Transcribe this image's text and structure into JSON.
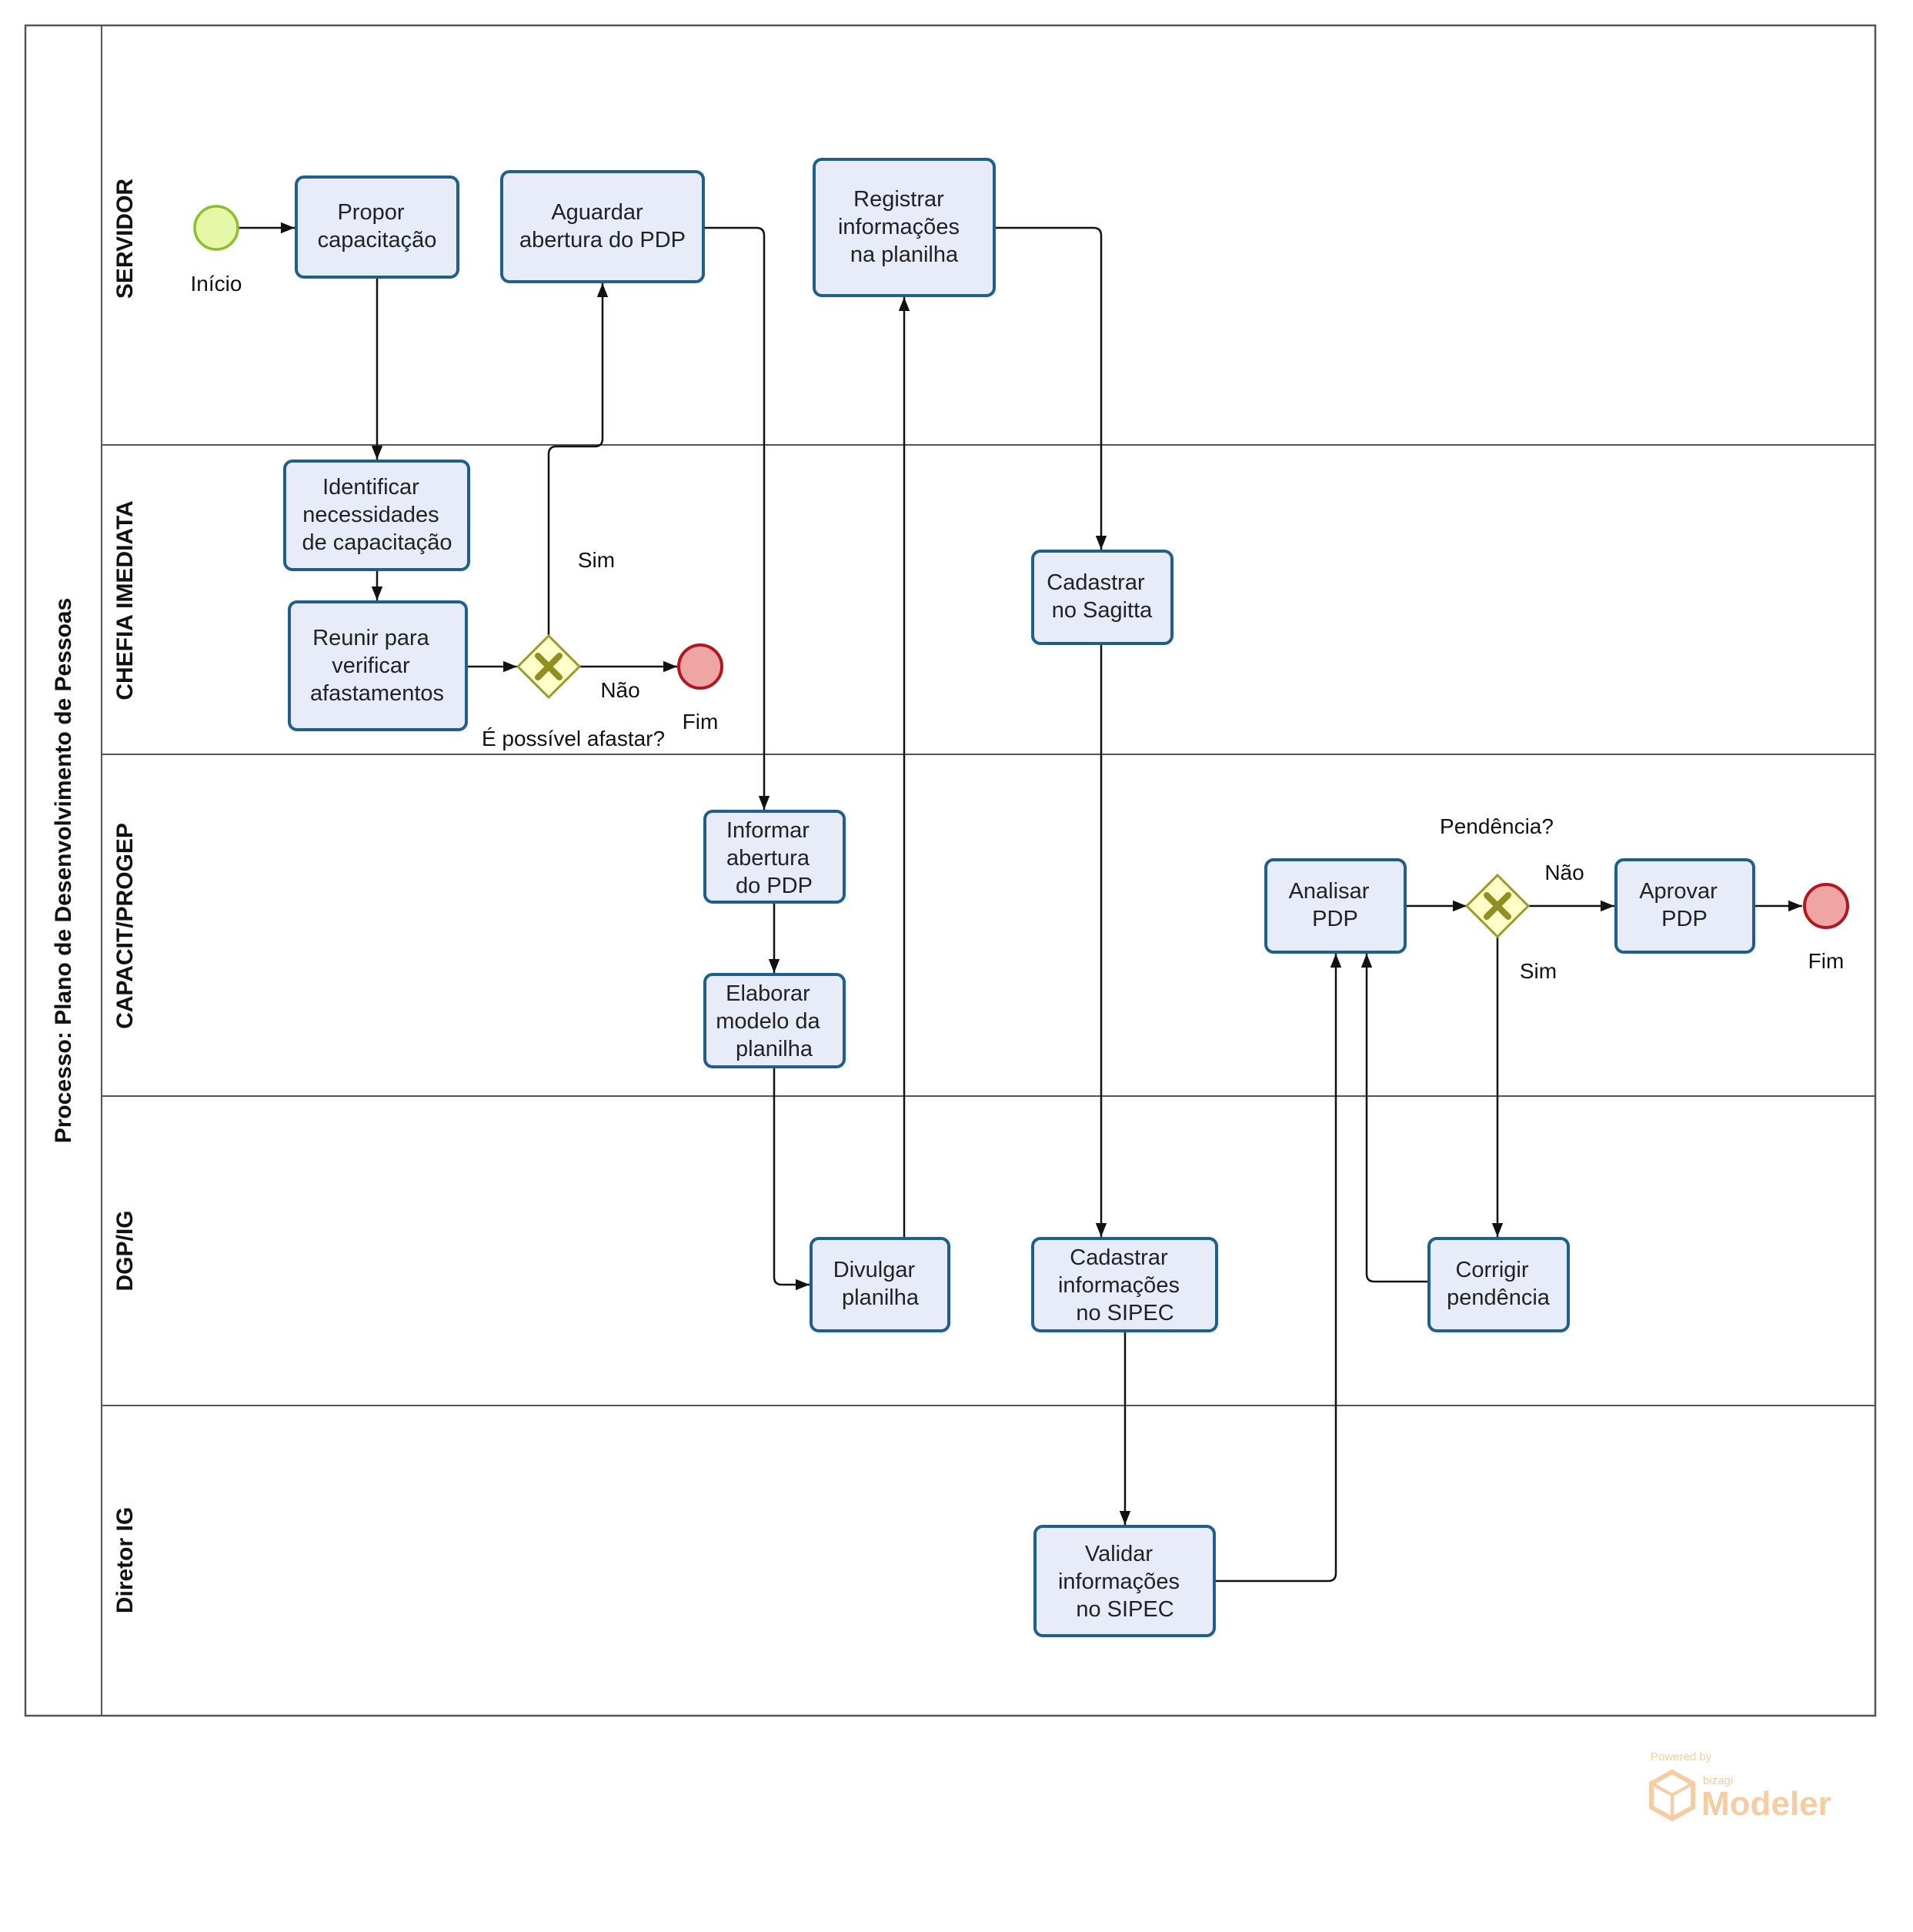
{
  "pool": {
    "title": "Processo: Plano de Desenvolvimento de Pessoas"
  },
  "lanes": [
    {
      "id": "servidor",
      "label": "SERVIDOR"
    },
    {
      "id": "chefia",
      "label": "CHEFIA IMEDIATA"
    },
    {
      "id": "capacit",
      "label": "CAPACIT/PROGEP"
    },
    {
      "id": "dgp",
      "label": "DGP/IG"
    },
    {
      "id": "diretor",
      "label": "Diretor IG"
    }
  ],
  "tasks": [
    {
      "id": "propor",
      "lines": [
        "Propor",
        "capacitação"
      ]
    },
    {
      "id": "aguardar",
      "lines": [
        "Aguardar",
        "abertura do PDP"
      ]
    },
    {
      "id": "registrar",
      "lines": [
        "Registrar",
        "informações",
        "na planilha"
      ]
    },
    {
      "id": "identificar",
      "lines": [
        "Identificar",
        "necessidades",
        "de capacitação"
      ]
    },
    {
      "id": "reunir",
      "lines": [
        "Reunir para",
        "verificar",
        "afastamentos"
      ]
    },
    {
      "id": "sagitta",
      "lines": [
        "Cadastrar",
        "no Sagitta"
      ]
    },
    {
      "id": "informar",
      "lines": [
        "Informar",
        "abertura",
        "do PDP"
      ]
    },
    {
      "id": "elaborar",
      "lines": [
        "Elaborar",
        "modelo da",
        "planilha"
      ]
    },
    {
      "id": "analisar",
      "lines": [
        "Analisar",
        "PDP"
      ]
    },
    {
      "id": "aprovar",
      "lines": [
        "Aprovar",
        "PDP"
      ]
    },
    {
      "id": "divulgar",
      "lines": [
        "Divulgar",
        "planilha"
      ]
    },
    {
      "id": "cadsipec",
      "lines": [
        "Cadastrar",
        "informações",
        "no SIPEC"
      ]
    },
    {
      "id": "corrigir",
      "lines": [
        "Corrigir",
        "pendência"
      ]
    },
    {
      "id": "validar",
      "lines": [
        "Validar",
        "informações",
        "no SIPEC"
      ]
    }
  ],
  "events": [
    {
      "id": "start",
      "type": "start",
      "label": "Início",
      "color": "#E6F7A8",
      "stroke": "#8DBE2C"
    },
    {
      "id": "end1",
      "type": "end",
      "label": "Fim",
      "color": "#F0A5A5",
      "stroke": "#B0171F"
    },
    {
      "id": "end2",
      "type": "end",
      "label": "Fim",
      "color": "#F0A5A5",
      "stroke": "#B0171F"
    }
  ],
  "gateways": [
    {
      "id": "gw1",
      "label": "É possível afastar?"
    },
    {
      "id": "gw2",
      "label": "Pendência?"
    }
  ],
  "flow_labels": [
    {
      "id": "sim1",
      "text": "Sim"
    },
    {
      "id": "nao1",
      "text": "Não"
    },
    {
      "id": "nao2",
      "text": "Não"
    },
    {
      "id": "sim2",
      "text": "Sim"
    }
  ],
  "colors": {
    "task_fill": "#E8ECF8",
    "task_stroke": "#1F5F8B",
    "gateway_fill": "#FFFFC8",
    "gateway_stroke": "#9A9A30",
    "gateway_x": "#8F8F22"
  },
  "watermark": {
    "powered": "Powered by",
    "brand": "bizagi",
    "product": "Modeler"
  }
}
